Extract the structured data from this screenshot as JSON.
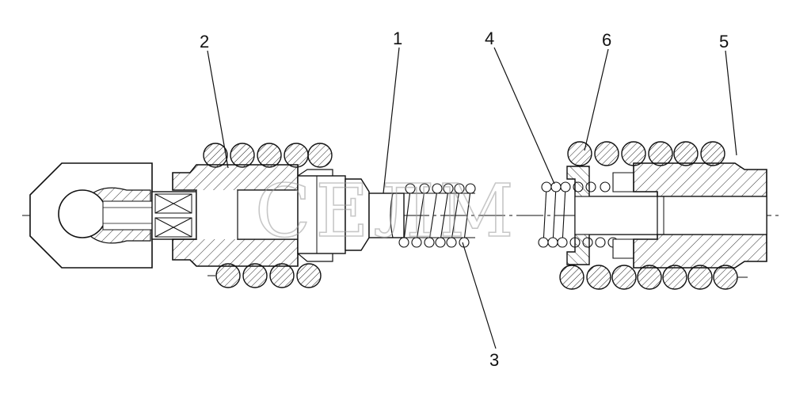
{
  "diagram": {
    "callouts": [
      {
        "id": "c2",
        "label": "2"
      },
      {
        "id": "c1",
        "label": "1"
      },
      {
        "id": "c4",
        "label": "4"
      },
      {
        "id": "c6",
        "label": "6"
      },
      {
        "id": "c5",
        "label": "5"
      },
      {
        "id": "c3",
        "label": "3"
      }
    ],
    "watermark": "СЕЛМ",
    "colors": {
      "line": "#111111",
      "hatch": "#333333",
      "watermark": "#9a9a9a"
    }
  }
}
